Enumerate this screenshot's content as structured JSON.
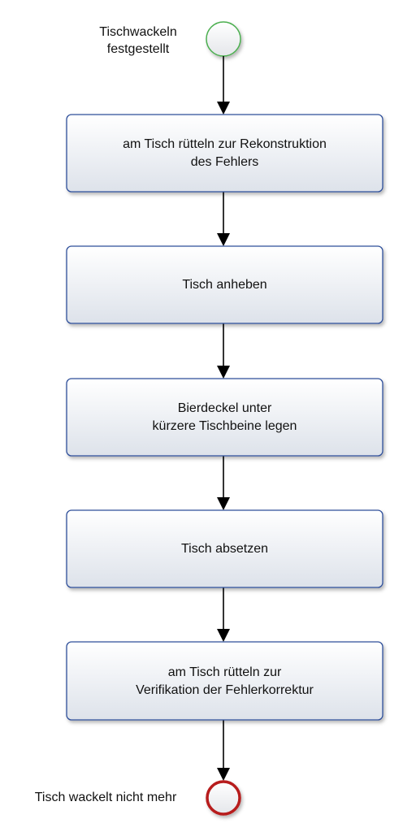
{
  "diagram": {
    "start_event": {
      "label_lines": [
        "Tischwackeln",
        "festgestellt"
      ],
      "stroke_color": "#4caf50"
    },
    "tasks": [
      {
        "id": "task-1",
        "lines": [
          "am Tisch rütteln zur Rekonstruktion",
          "des Fehlers"
        ]
      },
      {
        "id": "task-2",
        "lines": [
          "Tisch anheben"
        ]
      },
      {
        "id": "task-3",
        "lines": [
          "Bierdeckel unter",
          "kürzere Tischbeine legen"
        ]
      },
      {
        "id": "task-4",
        "lines": [
          "Tisch absetzen"
        ]
      },
      {
        "id": "task-5",
        "lines": [
          "am Tisch rütteln zur",
          "Verifikation der Fehlerkorrektur"
        ]
      }
    ],
    "end_event": {
      "label": "Tisch wackelt nicht mehr",
      "stroke_color": "#b71c1c"
    },
    "colors": {
      "task_border": "#2f4f9a",
      "task_fill_top": "#ffffff",
      "task_fill_bottom": "#dde2ea",
      "arrow": "#000000"
    }
  }
}
